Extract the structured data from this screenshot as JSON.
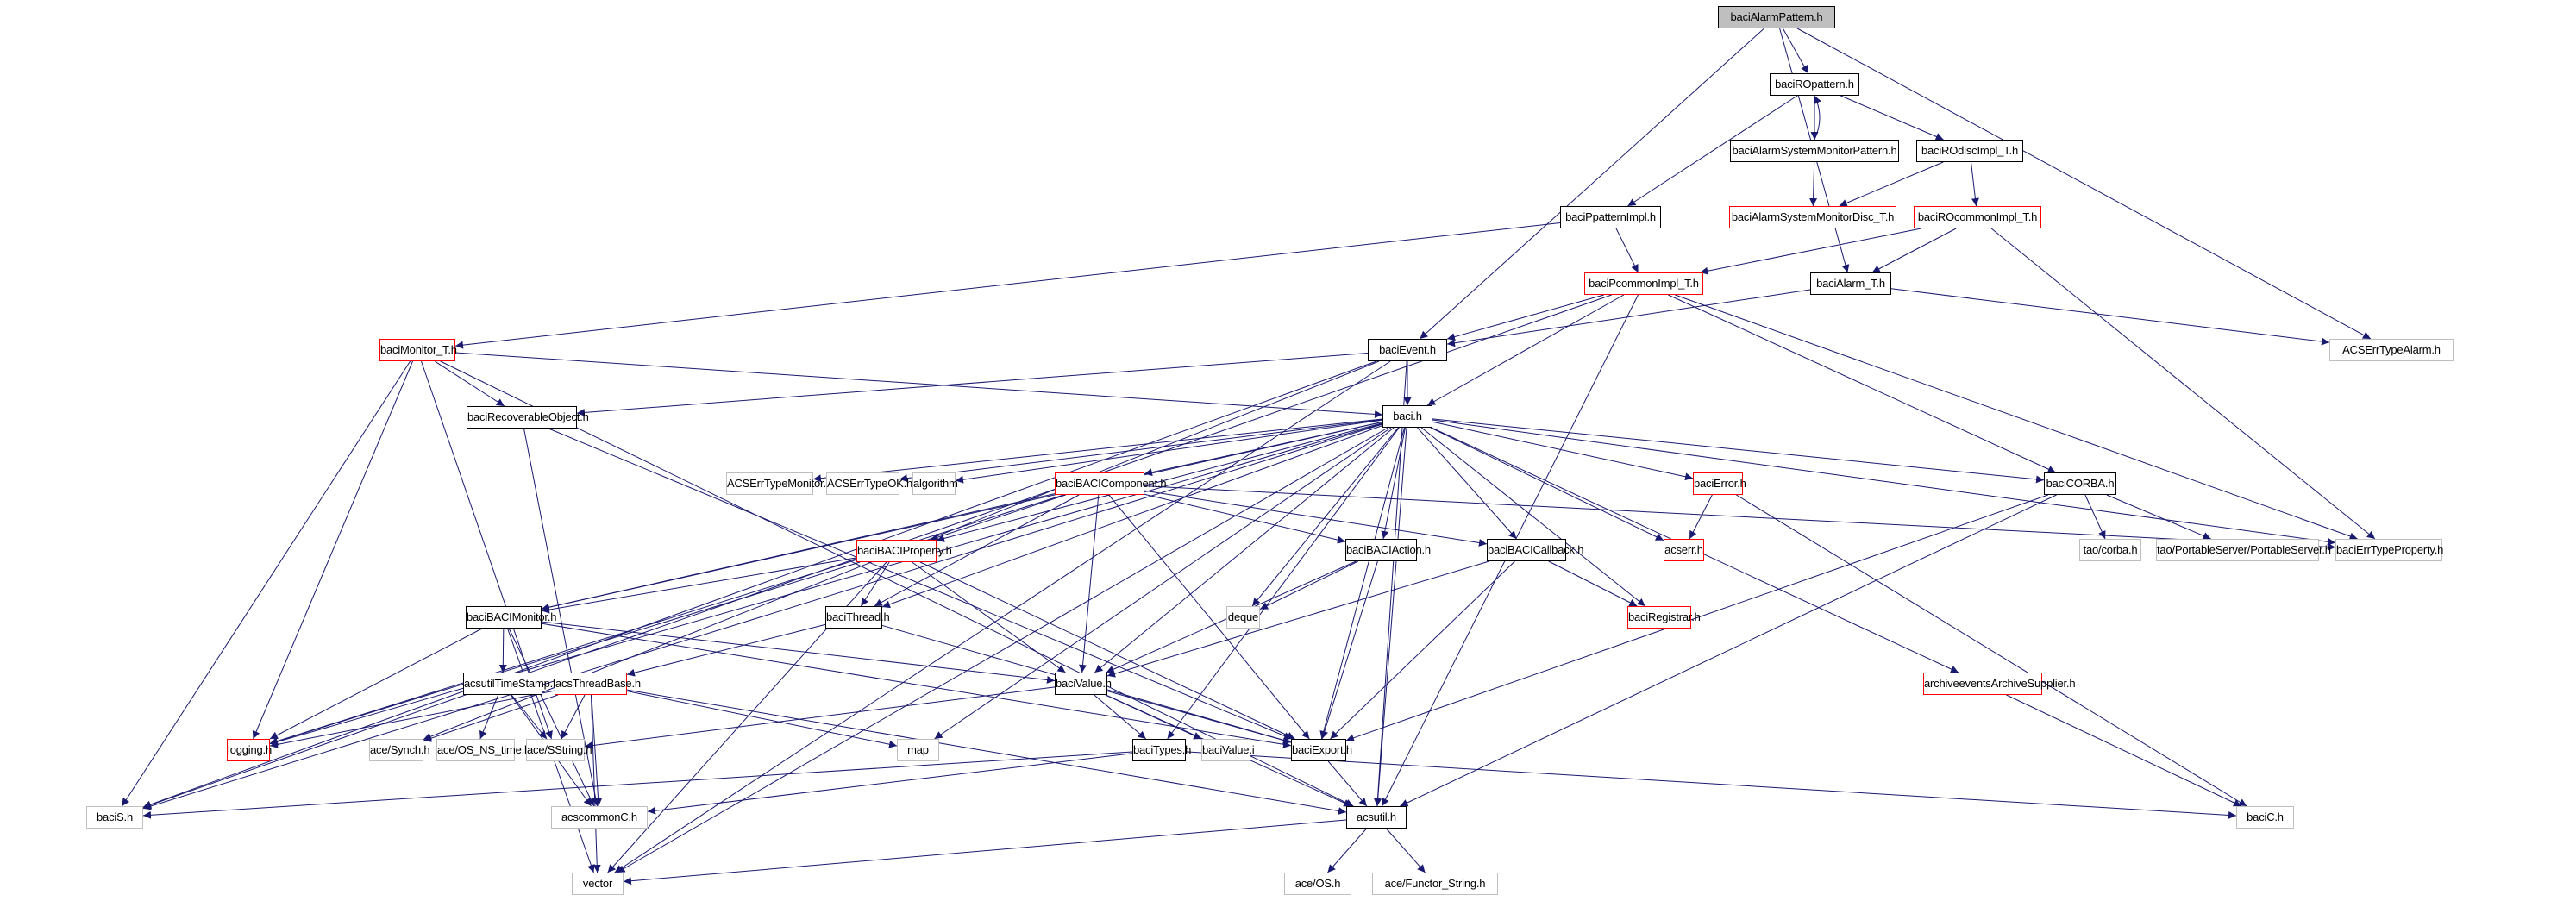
{
  "title": "baciAlarmPattern.h include dependency graph",
  "colors": {
    "edge": "#191970",
    "root_fill": "#bfbfbf",
    "documented": "#000000",
    "incomplete": "#ff0000",
    "external": "#bfbfbf"
  },
  "nodes": {
    "n_root": {
      "label": "baciAlarmPattern.h",
      "kind": "root"
    },
    "n_ropattern": {
      "label": "baciROpattern.h",
      "kind": "doc"
    },
    "n_asmp": {
      "label": "baciAlarmSystemMonitorPattern.h",
      "kind": "doc"
    },
    "n_rodisc": {
      "label": "baciROdiscImpl_T.h",
      "kind": "doc"
    },
    "n_ppattern": {
      "label": "baciPpatternImpl.h",
      "kind": "doc"
    },
    "n_asmdisc": {
      "label": "baciAlarmSystemMonitorDisc_T.h",
      "kind": "red"
    },
    "n_rocommon": {
      "label": "baciROcommonImpl_T.h",
      "kind": "red"
    },
    "n_pcommon": {
      "label": "baciPcommonImpl_T.h",
      "kind": "red"
    },
    "n_alarmT": {
      "label": "baciAlarm_T.h",
      "kind": "doc"
    },
    "n_monitorT": {
      "label": "baciMonitor_T.h",
      "kind": "red"
    },
    "n_event": {
      "label": "baciEvent.h",
      "kind": "doc"
    },
    "n_errAlarm": {
      "label": "ACSErrTypeAlarm.h",
      "kind": "ext"
    },
    "n_recov": {
      "label": "baciRecoverableObject.h",
      "kind": "doc"
    },
    "n_baci": {
      "label": "baci.h",
      "kind": "doc"
    },
    "n_errMon": {
      "label": "ACSErrTypeMonitor.h",
      "kind": "ext"
    },
    "n_errOK": {
      "label": "ACSErrTypeOK.h",
      "kind": "ext"
    },
    "n_algorithm": {
      "label": "algorithm",
      "kind": "ext"
    },
    "n_component": {
      "label": "baciBACIComponent.h",
      "kind": "red"
    },
    "n_error": {
      "label": "baciError.h",
      "kind": "red"
    },
    "n_corba": {
      "label": "baciCORBA.h",
      "kind": "doc"
    },
    "n_property": {
      "label": "baciBACIProperty.h",
      "kind": "red"
    },
    "n_action": {
      "label": "baciBACIAction.h",
      "kind": "doc"
    },
    "n_callback": {
      "label": "baciBACICallback.h",
      "kind": "doc"
    },
    "n_acserr": {
      "label": "acserr.h",
      "kind": "red"
    },
    "n_taocorba": {
      "label": "tao/corba.h",
      "kind": "ext"
    },
    "n_portable": {
      "label": "tao/PortableServer/PortableServer.h",
      "kind": "ext"
    },
    "n_errProp": {
      "label": "baciErrTypeProperty.h",
      "kind": "ext"
    },
    "n_bmonitor": {
      "label": "baciBACIMonitor.h",
      "kind": "doc"
    },
    "n_thread": {
      "label": "baciThread.h",
      "kind": "doc"
    },
    "n_deque": {
      "label": "deque",
      "kind": "ext"
    },
    "n_registrar": {
      "label": "baciRegistrar.h",
      "kind": "red"
    },
    "n_timestamp": {
      "label": "acsutilTimeStamp.h",
      "kind": "doc"
    },
    "n_threadbase": {
      "label": "acsThreadBase.h",
      "kind": "red"
    },
    "n_value": {
      "label": "baciValue.h",
      "kind": "doc"
    },
    "n_archive": {
      "label": "archiveeventsArchiveSupplier.h",
      "kind": "red"
    },
    "n_logging": {
      "label": "logging.h",
      "kind": "red"
    },
    "n_synch": {
      "label": "ace/Synch.h",
      "kind": "ext"
    },
    "n_nstime": {
      "label": "ace/OS_NS_time.h",
      "kind": "ext"
    },
    "n_sstring": {
      "label": "ace/SString.h",
      "kind": "ext"
    },
    "n_map": {
      "label": "map",
      "kind": "ext"
    },
    "n_types": {
      "label": "baciTypes.h",
      "kind": "doc"
    },
    "n_valuei": {
      "label": "baciValue.i",
      "kind": "ext"
    },
    "n_export": {
      "label": "baciExport.h",
      "kind": "doc"
    },
    "n_baciS": {
      "label": "baciS.h",
      "kind": "ext"
    },
    "n_acscommonC": {
      "label": "acscommonC.h",
      "kind": "ext"
    },
    "n_acsutil": {
      "label": "acsutil.h",
      "kind": "doc"
    },
    "n_baciC": {
      "label": "baciC.h",
      "kind": "ext"
    },
    "n_vector": {
      "label": "vector",
      "kind": "ext"
    },
    "n_os": {
      "label": "ace/OS.h",
      "kind": "ext"
    },
    "n_functor": {
      "label": "ace/Functor_String.h",
      "kind": "ext"
    }
  },
  "edges": [
    [
      "n_root",
      "n_ropattern"
    ],
    [
      "n_root",
      "n_event"
    ],
    [
      "n_root",
      "n_alarmT"
    ],
    [
      "n_root",
      "n_errAlarm"
    ],
    [
      "n_ropattern",
      "n_asmp"
    ],
    [
      "n_asmp",
      "n_ropattern"
    ],
    [
      "n_ropattern",
      "n_rodisc"
    ],
    [
      "n_ropattern",
      "n_ppattern"
    ],
    [
      "n_asmp",
      "n_asmdisc"
    ],
    [
      "n_rodisc",
      "n_asmdisc"
    ],
    [
      "n_rodisc",
      "n_rocommon"
    ],
    [
      "n_ppattern",
      "n_pcommon"
    ],
    [
      "n_ppattern",
      "n_monitorT"
    ],
    [
      "n_rocommon",
      "n_pcommon"
    ],
    [
      "n_rocommon",
      "n_alarmT"
    ],
    [
      "n_rocommon",
      "n_errProp"
    ],
    [
      "n_pcommon",
      "n_event"
    ],
    [
      "n_pcommon",
      "n_baci"
    ],
    [
      "n_pcommon",
      "n_corba"
    ],
    [
      "n_pcommon",
      "n_errProp"
    ],
    [
      "n_pcommon",
      "n_baciS"
    ],
    [
      "n_pcommon",
      "n_acsutil"
    ],
    [
      "n_alarmT",
      "n_event"
    ],
    [
      "n_alarmT",
      "n_errAlarm"
    ],
    [
      "n_monitorT",
      "n_recov"
    ],
    [
      "n_monitorT",
      "n_baci"
    ],
    [
      "n_monitorT",
      "n_logging"
    ],
    [
      "n_monitorT",
      "n_baciS"
    ],
    [
      "n_monitorT",
      "n_acsutil"
    ],
    [
      "n_monitorT",
      "n_sstring"
    ],
    [
      "n_event",
      "n_baci"
    ],
    [
      "n_event",
      "n_recov"
    ],
    [
      "n_event",
      "n_baciS"
    ],
    [
      "n_event",
      "n_vector"
    ],
    [
      "n_event",
      "n_synch"
    ],
    [
      "n_event",
      "n_acsutil"
    ],
    [
      "n_recov",
      "n_export"
    ],
    [
      "n_recov",
      "n_acscommonC"
    ],
    [
      "n_baci",
      "n_errMon"
    ],
    [
      "n_baci",
      "n_errOK"
    ],
    [
      "n_baci",
      "n_algorithm"
    ],
    [
      "n_baci",
      "n_component"
    ],
    [
      "n_baci",
      "n_error"
    ],
    [
      "n_baci",
      "n_corba"
    ],
    [
      "n_baci",
      "n_property"
    ],
    [
      "n_baci",
      "n_action"
    ],
    [
      "n_baci",
      "n_callback"
    ],
    [
      "n_baci",
      "n_acserr"
    ],
    [
      "n_baci",
      "n_errProp"
    ],
    [
      "n_baci",
      "n_bmonitor"
    ],
    [
      "n_baci",
      "n_thread"
    ],
    [
      "n_baci",
      "n_deque"
    ],
    [
      "n_baci",
      "n_registrar"
    ],
    [
      "n_baci",
      "n_value"
    ],
    [
      "n_baci",
      "n_archive"
    ],
    [
      "n_baci",
      "n_logging"
    ],
    [
      "n_baci",
      "n_map"
    ],
    [
      "n_baci",
      "n_types"
    ],
    [
      "n_baci",
      "n_export"
    ],
    [
      "n_baci",
      "n_vector"
    ],
    [
      "n_baci",
      "n_acsutil"
    ],
    [
      "n_baci",
      "n_baciS"
    ],
    [
      "n_component",
      "n_property"
    ],
    [
      "n_component",
      "n_action"
    ],
    [
      "n_component",
      "n_callback"
    ],
    [
      "n_component",
      "n_bmonitor"
    ],
    [
      "n_component",
      "n_thread"
    ],
    [
      "n_component",
      "n_value"
    ],
    [
      "n_component",
      "n_export"
    ],
    [
      "n_component",
      "n_errProp"
    ],
    [
      "n_component",
      "n_logging"
    ],
    [
      "n_error",
      "n_acserr"
    ],
    [
      "n_error",
      "n_baciC"
    ],
    [
      "n_corba",
      "n_taocorba"
    ],
    [
      "n_corba",
      "n_portable"
    ],
    [
      "n_corba",
      "n_export"
    ],
    [
      "n_corba",
      "n_acsutil"
    ],
    [
      "n_property",
      "n_bmonitor"
    ],
    [
      "n_property",
      "n_thread"
    ],
    [
      "n_property",
      "n_value"
    ],
    [
      "n_property",
      "n_export"
    ],
    [
      "n_property",
      "n_logging"
    ],
    [
      "n_property",
      "n_vector"
    ],
    [
      "n_action",
      "n_deque"
    ],
    [
      "n_action",
      "n_value"
    ],
    [
      "n_action",
      "n_export"
    ],
    [
      "n_callback",
      "n_registrar"
    ],
    [
      "n_callback",
      "n_value"
    ],
    [
      "n_callback",
      "n_export"
    ],
    [
      "n_bmonitor",
      "n_timestamp"
    ],
    [
      "n_bmonitor",
      "n_value"
    ],
    [
      "n_bmonitor",
      "n_export"
    ],
    [
      "n_bmonitor",
      "n_logging"
    ],
    [
      "n_bmonitor",
      "n_acscommonC"
    ],
    [
      "n_bmonitor",
      "n_vector"
    ],
    [
      "n_thread",
      "n_threadbase"
    ],
    [
      "n_thread",
      "n_export"
    ],
    [
      "n_timestamp",
      "n_nstime"
    ],
    [
      "n_timestamp",
      "n_sstring"
    ],
    [
      "n_timestamp",
      "n_acscommonC"
    ],
    [
      "n_threadbase",
      "n_logging"
    ],
    [
      "n_threadbase",
      "n_synch"
    ],
    [
      "n_threadbase",
      "n_sstring"
    ],
    [
      "n_threadbase",
      "n_map"
    ],
    [
      "n_threadbase",
      "n_acscommonC"
    ],
    [
      "n_threadbase",
      "n_acsutil"
    ],
    [
      "n_threadbase",
      "n_vector"
    ],
    [
      "n_value",
      "n_types"
    ],
    [
      "n_value",
      "n_valuei"
    ],
    [
      "n_value",
      "n_export"
    ],
    [
      "n_value",
      "n_sstring"
    ],
    [
      "n_value",
      "n_acsutil"
    ],
    [
      "n_types",
      "n_baciS"
    ],
    [
      "n_types",
      "n_acscommonC"
    ],
    [
      "n_types",
      "n_baciC"
    ],
    [
      "n_export",
      "n_acsutil"
    ],
    [
      "n_archive",
      "n_baciC"
    ],
    [
      "n_acsutil",
      "n_os"
    ],
    [
      "n_acsutil",
      "n_functor"
    ],
    [
      "n_acsutil",
      "n_vector"
    ]
  ]
}
